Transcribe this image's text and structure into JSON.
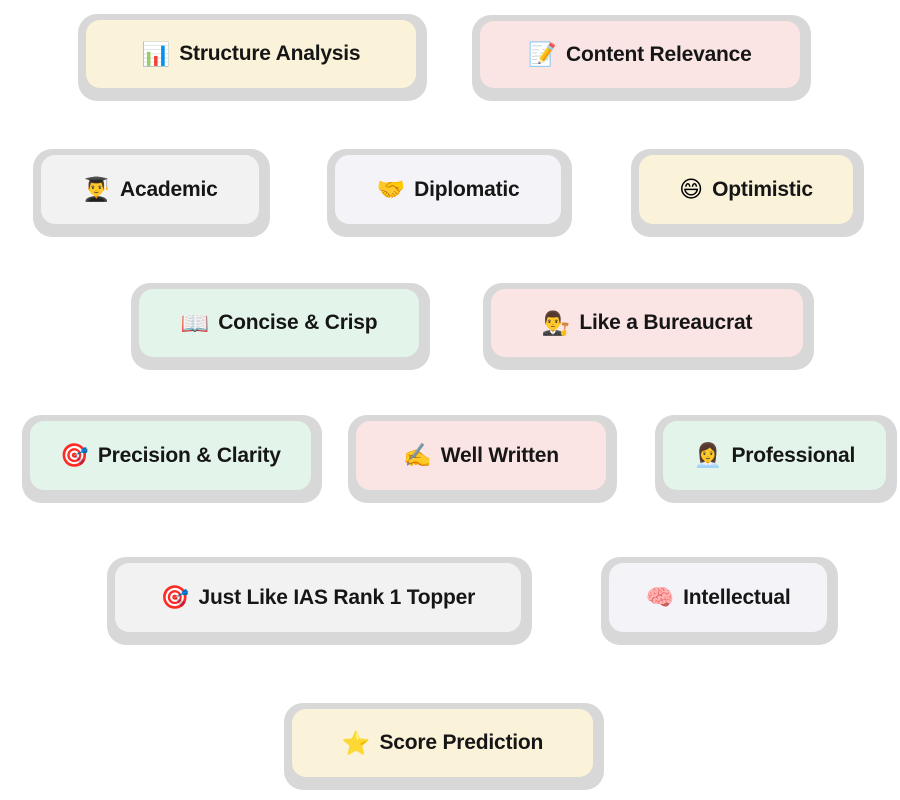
{
  "palette": {
    "cream": "#faf3d9",
    "pink": "#fae4e4",
    "gray": "#f2f2f2",
    "lavender": "#f4f3f8",
    "mint": "#e3f4ea",
    "backing": "#d8d8d8",
    "text": "#161616",
    "page_background": "#ffffff"
  },
  "chips": [
    {
      "label": "Structure Analysis",
      "icon": "📊",
      "icon_name": "bar-chart-icon",
      "color": "cream"
    },
    {
      "label": "Content Relevance",
      "icon": "📝",
      "icon_name": "memo-icon",
      "color": "pink"
    },
    {
      "label": "Academic",
      "icon": "👨‍🎓",
      "icon_name": "graduate-icon",
      "color": "gray"
    },
    {
      "label": "Diplomatic",
      "icon": "🤝",
      "icon_name": "handshake-icon",
      "color": "lavender"
    },
    {
      "label": "Optimistic",
      "icon": "😄",
      "icon_name": "grinning-face-icon",
      "color": "cream"
    },
    {
      "label": "Concise & Crisp",
      "icon": "📖",
      "icon_name": "open-book-icon",
      "color": "mint"
    },
    {
      "label": "Like a Bureaucrat",
      "icon": "👨‍⚖️",
      "icon_name": "judge-icon",
      "color": "pink"
    },
    {
      "label": "Precision & Clarity",
      "icon": "🎯",
      "icon_name": "target-icon",
      "color": "mint"
    },
    {
      "label": "Well Written",
      "icon": "✍️",
      "icon_name": "writing-hand-icon",
      "color": "pink"
    },
    {
      "label": "Professional",
      "icon": "👩‍💼",
      "icon_name": "office-worker-icon",
      "color": "mint"
    },
    {
      "label": "Just Like IAS Rank 1 Topper",
      "icon": "🎯",
      "icon_name": "target-icon",
      "color": "gray"
    },
    {
      "label": "Intellectual",
      "icon": "🧠",
      "icon_name": "brain-icon",
      "color": "lavender"
    },
    {
      "label": "Score Prediction",
      "icon": "⭐",
      "icon_name": "star-icon",
      "color": "cream"
    }
  ]
}
